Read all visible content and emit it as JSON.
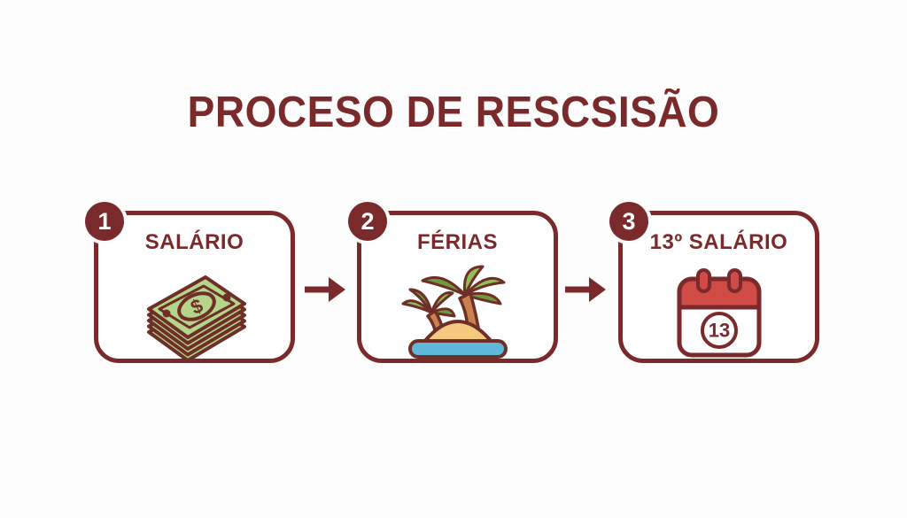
{
  "title": "PROCESO DE RESCSISÃO",
  "steps": [
    {
      "number": "1",
      "label": "SALÁRIO",
      "icon": "money-stack-icon",
      "icon_symbol": "$"
    },
    {
      "number": "2",
      "label": "FÉRIAS",
      "icon": "palm-island-icon",
      "icon_symbol": ""
    },
    {
      "number": "3",
      "label": "13º SALÁRIO",
      "icon": "calendar-13-icon",
      "icon_symbol": "13"
    }
  ],
  "arrows": [
    {
      "direction": "right"
    },
    {
      "direction": "right"
    }
  ],
  "colors": {
    "primary_maroon": "#7b2a2b",
    "icon_outline": "#6d2f28",
    "background": "#fdfdfd",
    "card_background": "#ffffff",
    "badge_text": "#ffffff",
    "money_green": "#b5d68a",
    "sand_tan": "#f3c87f",
    "water_blue": "#5fb7da",
    "trunk_brown": "#c9824d",
    "frond_green_light": "#94bd59",
    "frond_green_dark": "#6f9b3e",
    "calendar_red": "#d04b45"
  }
}
